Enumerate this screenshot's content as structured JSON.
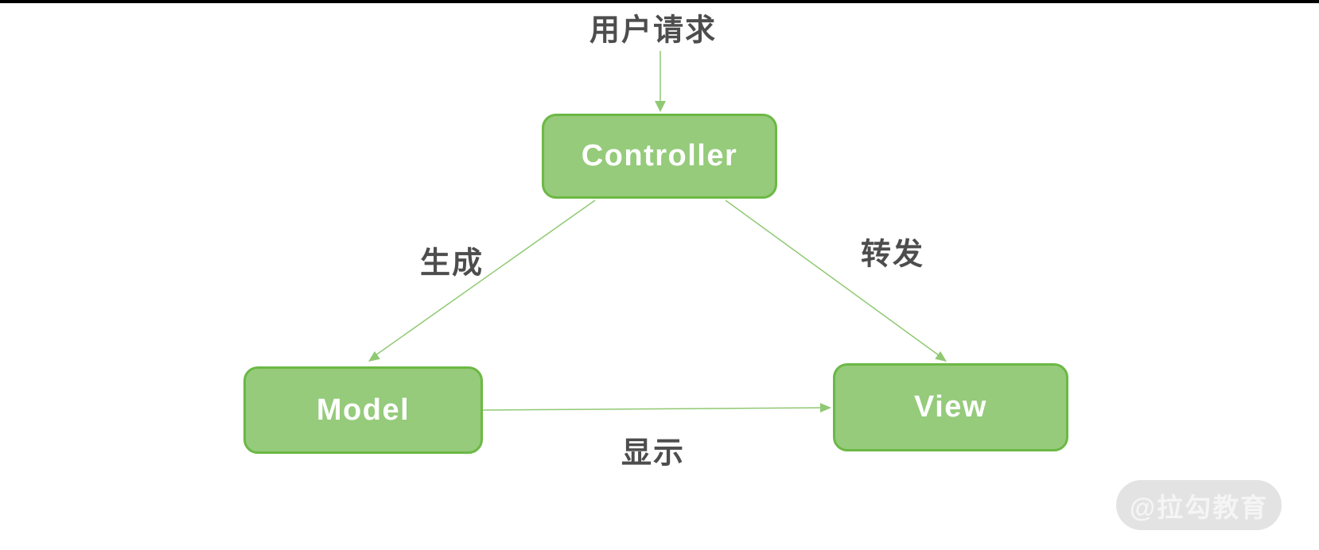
{
  "canvas": {
    "background": "#ffffff"
  },
  "diagram": {
    "type": "flowchart",
    "topic": "MVC pattern",
    "nodes": [
      {
        "id": "controller",
        "label": "Controller"
      },
      {
        "id": "model",
        "label": "Model"
      },
      {
        "id": "view",
        "label": "View"
      }
    ],
    "edges": [
      {
        "id": "user-to-controller",
        "from": "user",
        "to": "controller",
        "label": "用户请求"
      },
      {
        "id": "controller-to-model",
        "from": "controller",
        "to": "model",
        "label": "生成"
      },
      {
        "id": "controller-to-view",
        "from": "controller",
        "to": "view",
        "label": "转发"
      },
      {
        "id": "model-to-view",
        "from": "model",
        "to": "view",
        "label": "显示"
      }
    ],
    "colors": {
      "node_fill": "#95cb7b",
      "node_border": "#6cb845",
      "node_text": "#ffffff",
      "arrow": "#90c973",
      "edge_label_text": "#4d4d4d",
      "top_bar": "#000000",
      "watermark_bg": "#e3e3e3",
      "watermark_text": "#f5f5f5"
    },
    "watermark": {
      "text": "@拉勾教育"
    }
  }
}
